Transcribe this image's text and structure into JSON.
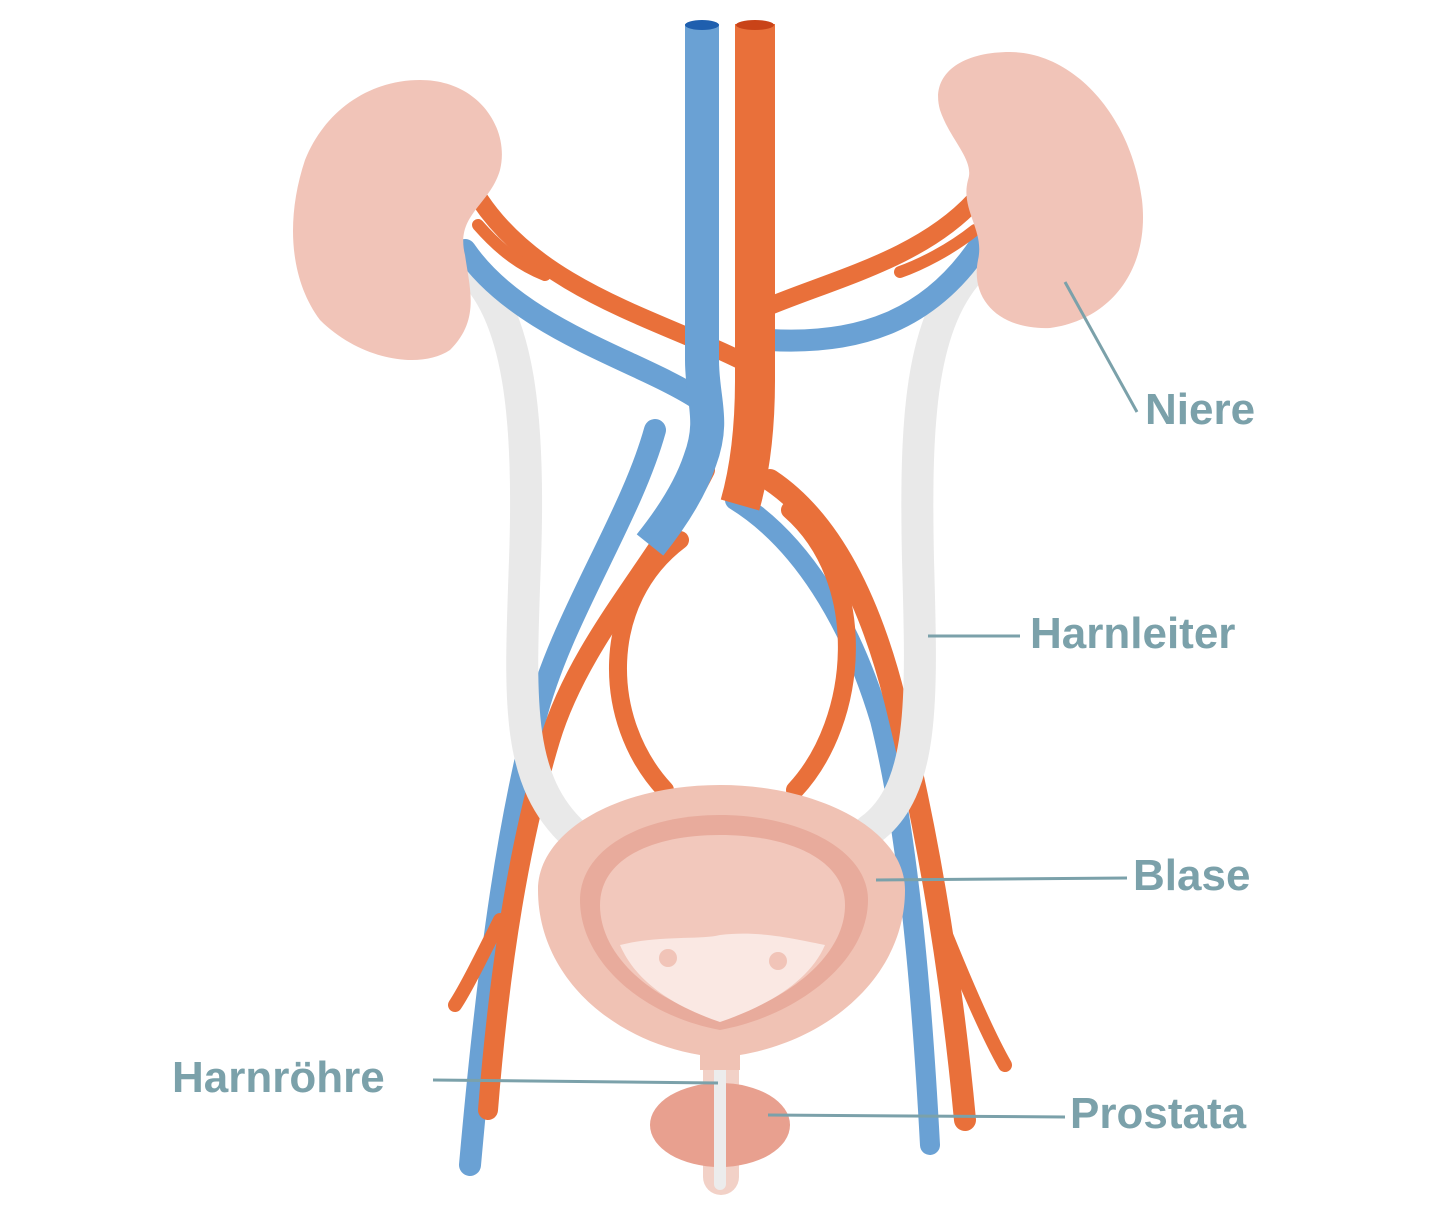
{
  "colors": {
    "kidney": "#f1c4b8",
    "vein": "#6aa1d4",
    "artery": "#e9703a",
    "ureter": "#e9e9e9",
    "bladder_outer": "#f0c2b4",
    "bladder_wall": "#e8ab9c",
    "bladder_inner": "#f2c8bc",
    "urine": "#fae8e3",
    "prostate": "#e8a08f",
    "label": "#7ba1aa",
    "leader": "#7ba1aa"
  },
  "labels": {
    "niere": "Niere",
    "harnleiter": "Harnleiter",
    "blase": "Blase",
    "harnroehre": "Harnröhre",
    "prostata": "Prostata"
  }
}
